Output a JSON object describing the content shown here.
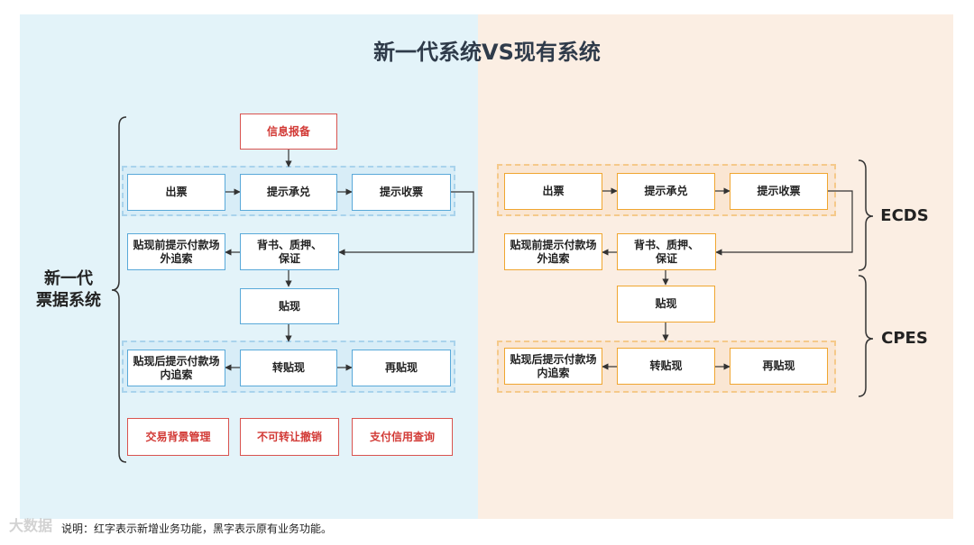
{
  "title": "新一代系统VS现有系统",
  "left": {
    "label_line1": "新一代",
    "label_line2": "票据系统",
    "info": "信息报备",
    "row1": [
      "出票",
      "提示承兑",
      "提示收票"
    ],
    "pre_recourse": "贴现前提示付款场外追索",
    "endorse": "背书、质押、保证",
    "discount": "贴现",
    "post_recourse": "贴现后提示付款场内追索",
    "transfer": "转贴现",
    "rediscount": "再贴现",
    "new_funcs": [
      "交易背景管理",
      "不可转让撤销",
      "支付信用查询"
    ]
  },
  "right": {
    "row1": [
      "出票",
      "提示承兑",
      "提示收票"
    ],
    "pre_recourse": "贴现前提示付款场外追索",
    "endorse": "背书、质押、保证",
    "discount": "贴现",
    "post_recourse": "贴现后提示付款场内追索",
    "transfer": "转贴现",
    "rediscount": "再贴现",
    "ecds": "ECDS",
    "cpes": "CPES"
  },
  "footnote": "说明：红字表示新增业务功能，黑字表示原有业务功能。",
  "watermark": "大数据",
  "colors": {
    "blue_border": "#59a9d9",
    "orange_border": "#f0a630",
    "red": "#d23a36"
  }
}
